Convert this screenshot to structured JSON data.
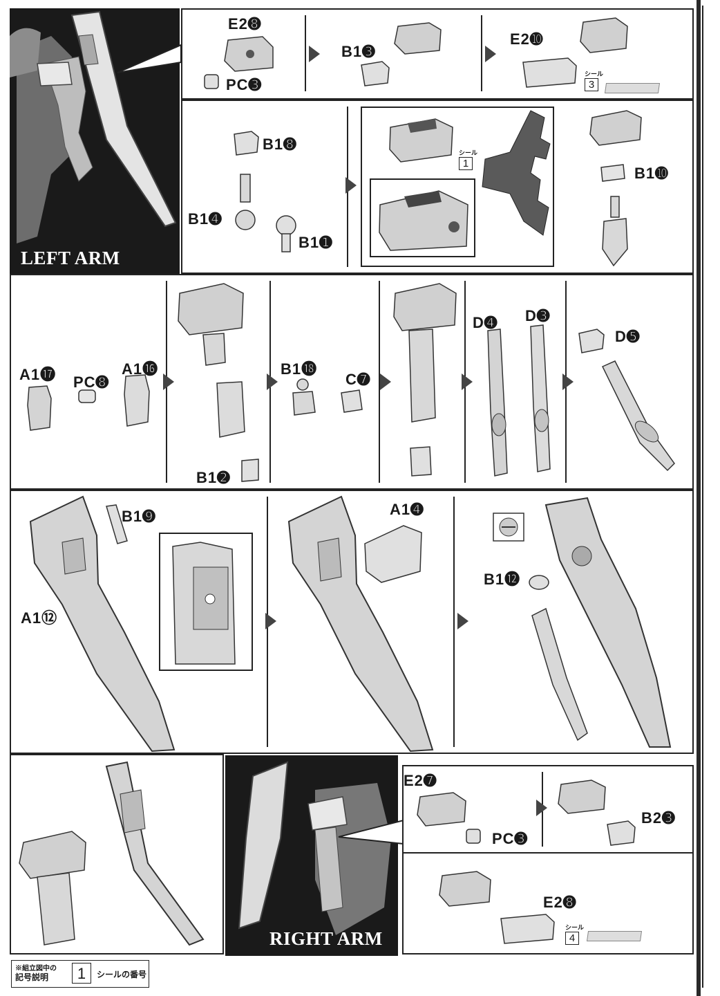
{
  "sections": {
    "left_arm_title": "LEFT ARM",
    "right_arm_title": "RIGHT ARM"
  },
  "parts": {
    "e2_9": "E2➑",
    "pc_3_a": "PC➌",
    "b1_3": "B1➌",
    "e2_10": "E2➓",
    "b1_8": "B1➑",
    "b1_4": "B1➍",
    "b1_1": "B1➊",
    "b1_10": "B1➓",
    "a1_17": "A1⓱",
    "pc_8": "PC➑",
    "a1_16": "A1⓰",
    "b1_2": "B1➋",
    "b1_18": "B1⓲",
    "c_7": "C➐",
    "d_4": "D➍",
    "d_3": "D➌",
    "d_5": "D➎",
    "b1_9": "B1➒",
    "a1_11": "A1⑫",
    "a1_4": "A1➍",
    "b1_12": "B1⓬",
    "e2_7": "E2➐",
    "pc_3_b": "PC➌",
    "b2_3": "B2➌",
    "e2_8": "E2➑"
  },
  "decals": {
    "seal_label": "シール",
    "seal_3": "3",
    "seal_1": "1",
    "seal_4": "4"
  },
  "footer": {
    "legend_line1": "※組立図中の",
    "legend_line2": "記号説明",
    "seal_example_number": "1",
    "seal_example_text": "シールの番号"
  },
  "colors": {
    "panel_border": "#222222",
    "dark_background": "#1a1a1a",
    "part_fill": "#d9d9d9"
  }
}
